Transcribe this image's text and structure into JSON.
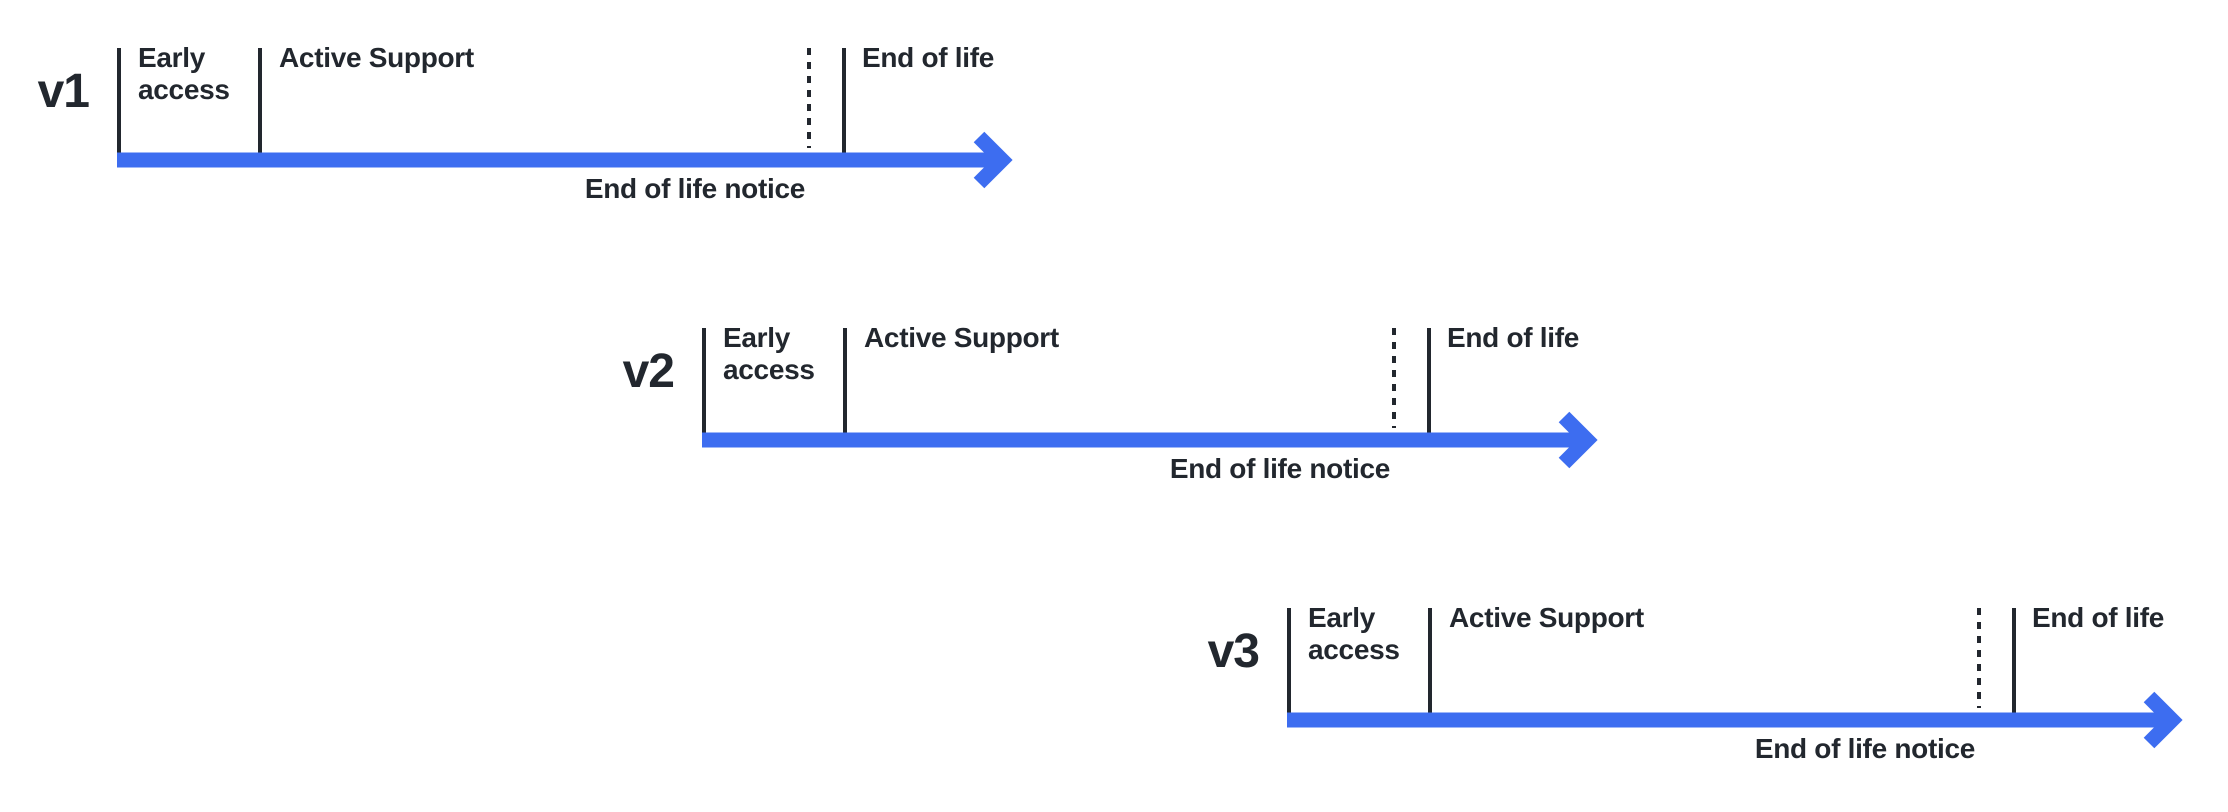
{
  "colors": {
    "arrow": "#3d6df0",
    "ink": "#22272e",
    "bg": "#ffffff"
  },
  "rows": [
    {
      "version": "v1",
      "early_access": "Early access",
      "active_support": "Active Support",
      "end_of_life": "End of life",
      "end_of_life_notice": "End of life notice"
    },
    {
      "version": "v2",
      "early_access": "Early access",
      "active_support": "Active Support",
      "end_of_life": "End of life",
      "end_of_life_notice": "End of life notice"
    },
    {
      "version": "v3",
      "early_access": "Early access",
      "active_support": "Active Support",
      "end_of_life": "End of life",
      "end_of_life_notice": "End of life notice"
    }
  ]
}
